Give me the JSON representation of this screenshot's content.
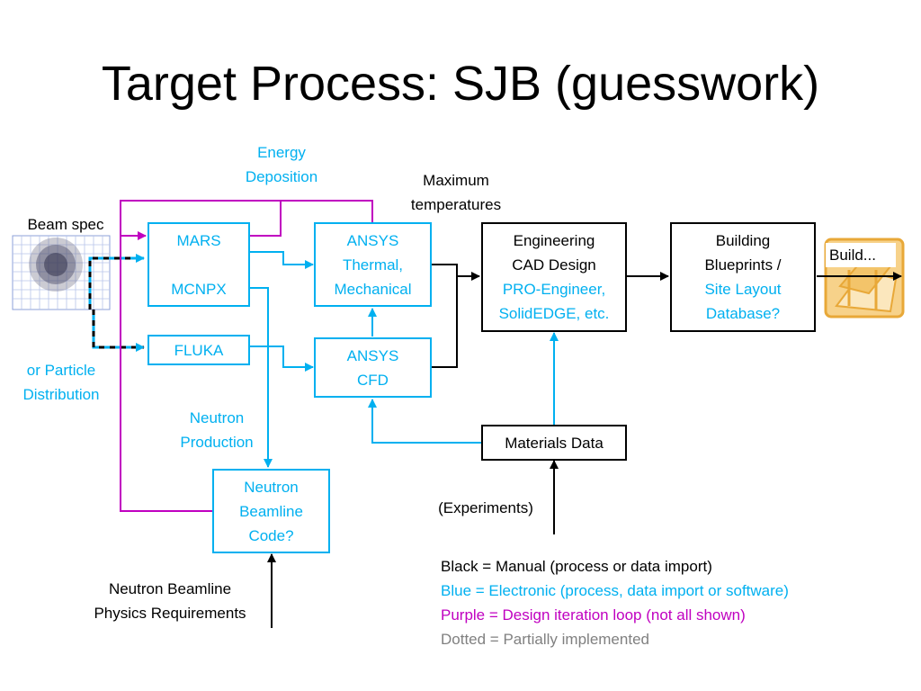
{
  "title": "Target Process: SJB (guesswork)",
  "boxes": {
    "mars": "MARS",
    "mcnpx": "MCNPX",
    "fluka": "FLUKA",
    "ansys_thermal": [
      "ANSYS",
      "Thermal,",
      "Mechanical"
    ],
    "ansys_cfd": [
      "ANSYS",
      "CFD"
    ],
    "engineering_cad": [
      "Engineering",
      "CAD Design",
      "PRO-Engineer,",
      "SolidEDGE, etc."
    ],
    "building_blueprints": [
      "Building",
      "Blueprints /",
      "Site Layout",
      "Database?"
    ],
    "materials_data": "Materials Data",
    "neutron_beamline_code": [
      "Neutron",
      "Beamline",
      "Code?"
    ]
  },
  "labels": {
    "energy_deposition": [
      "Energy",
      "Deposition"
    ],
    "maximum_temperatures": [
      "Maximum",
      "temperatures"
    ],
    "beam_spec": "Beam spec",
    "particle_distribution": [
      "or Particle",
      "Distribution"
    ],
    "neutron_production": [
      "Neutron",
      "Production"
    ],
    "experiments": "(Experiments)",
    "physics_requirements": [
      "Neutron Beamline",
      "Physics Requirements"
    ],
    "build": "Build..."
  },
  "legend": {
    "black": "Black = Manual (process or data import)",
    "blue": "Blue = Electronic (process, data import or software)",
    "purple": "Purple = Design iteration loop (not all shown)",
    "dotted": "Dotted = Partially implemented"
  },
  "colors": {
    "electronic": "#00b0f0",
    "manual": "#000000",
    "iteration": "#c000c0",
    "dotted": "#808080",
    "build_icon": "#f0b040"
  }
}
